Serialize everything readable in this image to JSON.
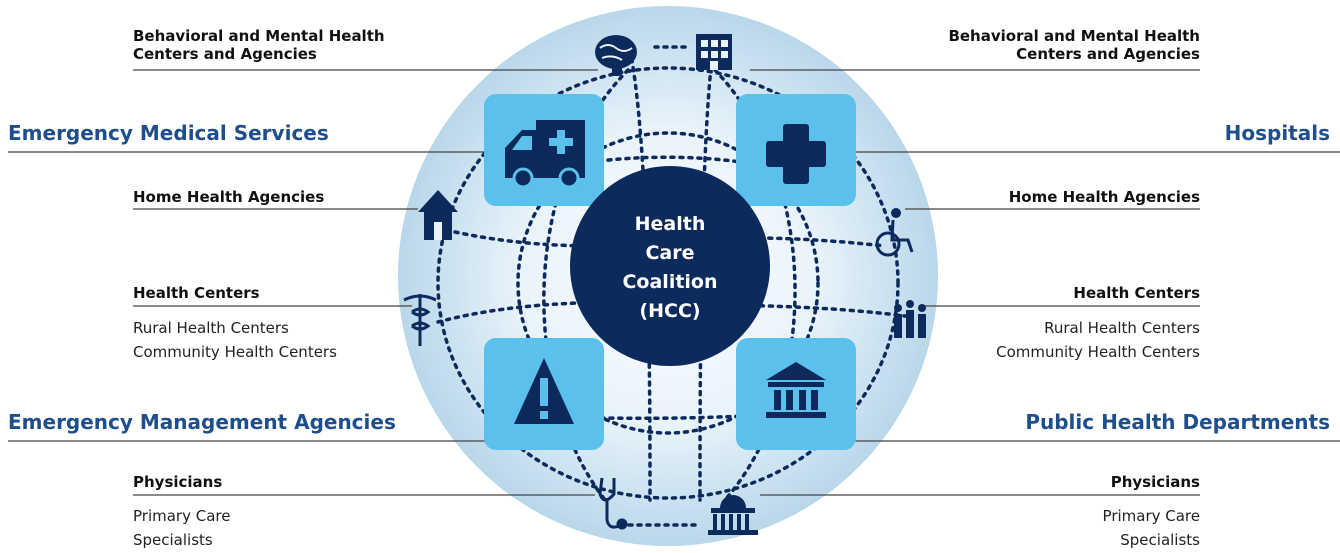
{
  "center": {
    "lines": [
      "Health",
      "Care",
      "Coalition",
      "(HCC)"
    ]
  },
  "left": {
    "behavioral": [
      "Behavioral and Mental Health",
      "Centers and Agencies"
    ],
    "ems": "Emergency Medical Services",
    "home_health": "Home Health Agencies",
    "health_centers": "Health Centers",
    "health_centers_sub": [
      "Rural Health Centers",
      "Community Health Centers"
    ],
    "ema": "Emergency Management Agencies",
    "physicians": "Physicians",
    "physicians_sub": [
      "Primary Care",
      "Specialists"
    ]
  },
  "right": {
    "behavioral": [
      "Behavioral and Mental Health",
      "Centers and Agencies"
    ],
    "hospitals": "Hospitals",
    "home_health": "Home Health Agencies",
    "health_centers": "Health Centers",
    "health_centers_sub": [
      "Rural Health Centers",
      "Community Health Centers"
    ],
    "phd": "Public Health Departments",
    "physicians": "Physicians",
    "physicians_sub": [
      "Primary Care",
      "Specialists"
    ]
  },
  "colors": {
    "navy": "#0d2a5c",
    "tile": "#5bc0eb",
    "circle_light": "#e8f3fa",
    "circle_dark": "#b9d7ea",
    "heading_blue": "#1f4e8c"
  },
  "icons": [
    "ambulance-icon",
    "cross-icon",
    "warning-icon",
    "government-building-icon",
    "brain-icon",
    "office-building-icon",
    "house-icon",
    "wheelchair-icon",
    "caduceus-icon",
    "people-icon",
    "stethoscope-icon",
    "capitol-icon"
  ]
}
